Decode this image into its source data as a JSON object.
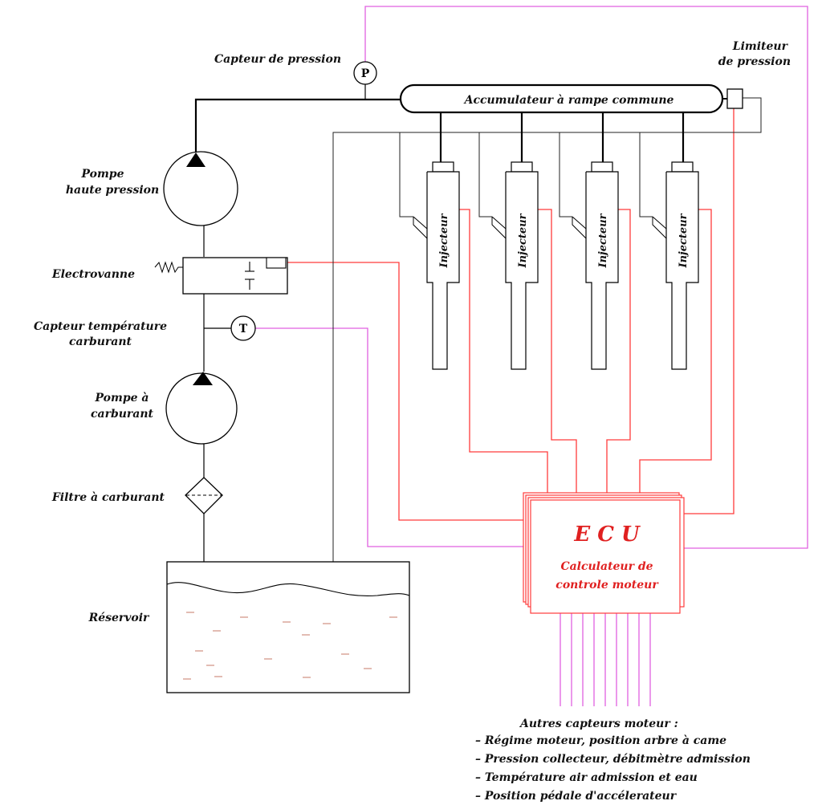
{
  "labels": {
    "pressure_sensor": "Capteur de pression",
    "pressure_limiter_1": "Limiteur",
    "pressure_limiter_2": "de pression",
    "rail": "Accumulateur à rampe commune",
    "hp_pump_1": "Pompe",
    "hp_pump_2": "haute pression",
    "solenoid_valve": "Electrovanne",
    "temp_sensor_1": "Capteur température",
    "temp_sensor_2": "carburant",
    "fuel_pump_1": "Pompe à",
    "fuel_pump_2": "carburant",
    "fuel_filter": "Filtre à carburant",
    "tank": "Réservoir",
    "injector": "Injecteur",
    "pressure_symbol": "P",
    "temp_symbol": "T",
    "ecu_title": "E C U",
    "ecu_sub_1": "Calculateur de",
    "ecu_sub_2": "controle moteur",
    "other_sensors_title": "Autres capteurs moteur :",
    "other_sensors": [
      "– Régime moteur, position arbre à came",
      "– Pression collecteur, débitmètre admission",
      "– Température air admission et eau",
      "– Position pédale d'accélerateur"
    ]
  },
  "colors": {
    "hydraulic": "#000000",
    "return_line": "#222222",
    "control_wire": "#ff3b3b",
    "sensor_wire": "#e060e0",
    "ecu_text": "#e02020"
  }
}
